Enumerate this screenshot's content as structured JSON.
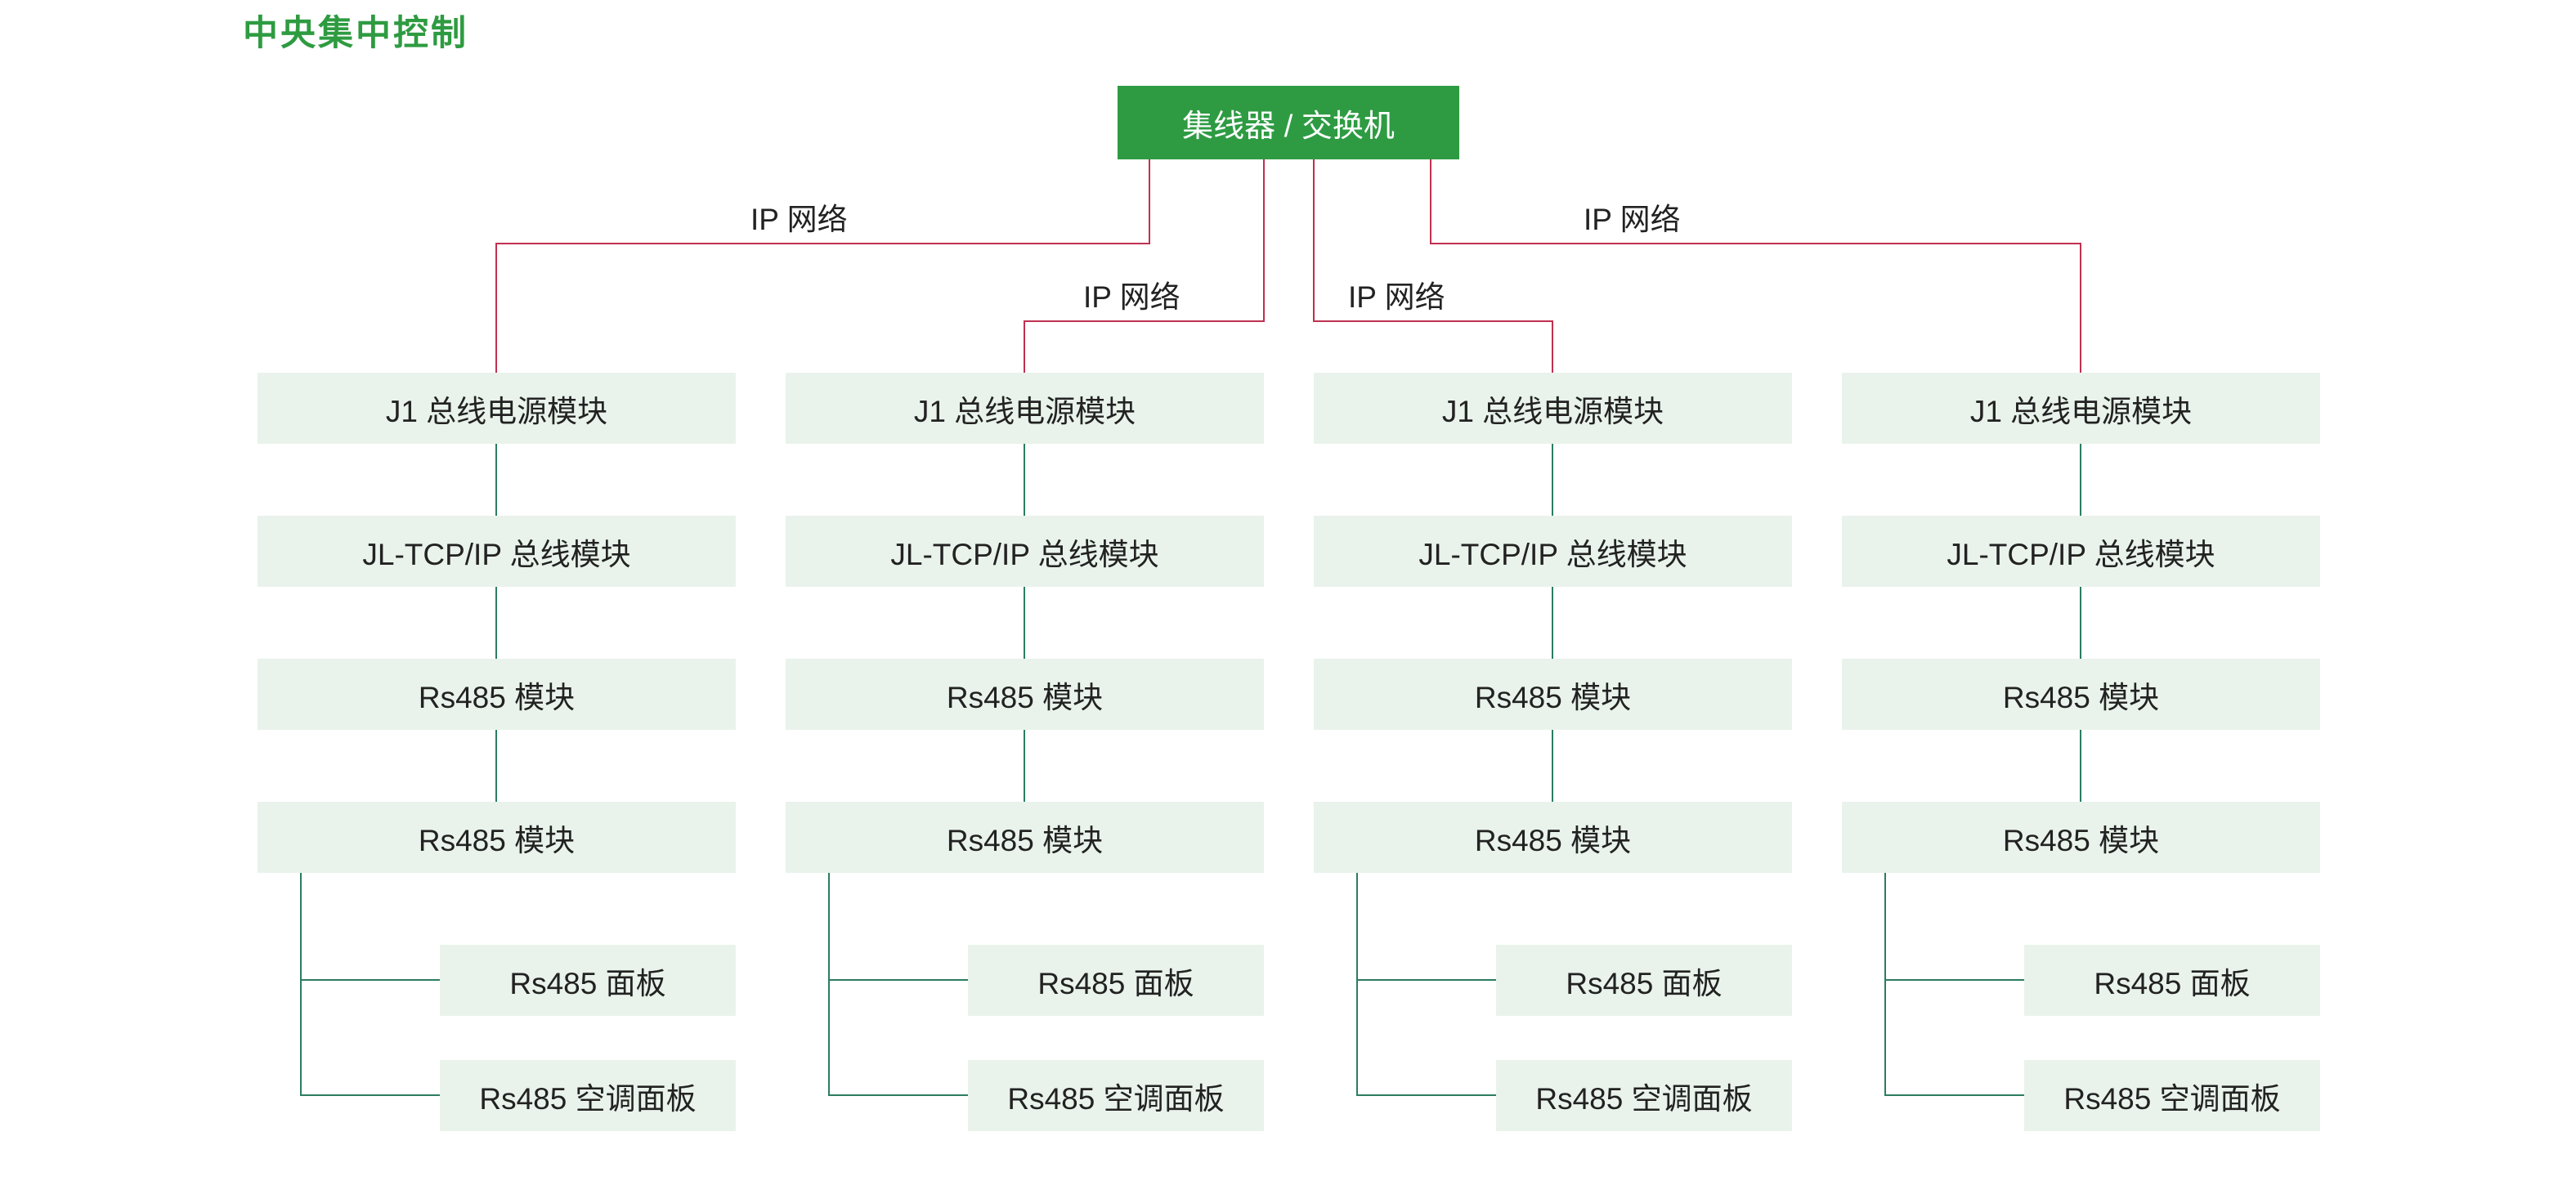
{
  "title": "中央集中控制",
  "hub": {
    "label": "集线器 / 交换机"
  },
  "labels": {
    "ip_network": "IP 网络"
  },
  "columns": [
    {
      "modules": [
        "J1 总线电源模块",
        "JL-TCP/IP 总线模块",
        "Rs485 模块",
        "Rs485 模块"
      ],
      "panels": [
        "Rs485 面板",
        "Rs485 空调面板"
      ]
    },
    {
      "modules": [
        "J1 总线电源模块",
        "JL-TCP/IP 总线模块",
        "Rs485 模块",
        "Rs485 模块"
      ],
      "panels": [
        "Rs485 面板",
        "Rs485 空调面板"
      ]
    },
    {
      "modules": [
        "J1 总线电源模块",
        "JL-TCP/IP 总线模块",
        "Rs485 模块",
        "Rs485 模块"
      ],
      "panels": [
        "Rs485 面板",
        "Rs485 空调面板"
      ]
    },
    {
      "modules": [
        "J1 总线电源模块",
        "JL-TCP/IP 总线模块",
        "Rs485 模块",
        "Rs485 模块"
      ],
      "panels": [
        "Rs485 面板",
        "Rs485 空调面板"
      ]
    }
  ],
  "colors": {
    "page_bg": "#ffffff",
    "title_green": "#2e9b41",
    "hub_green": "#2e9b43",
    "box_fill": "#e9f3eb",
    "text_dark": "#222222",
    "line_red": "#c03050",
    "line_green": "#2b7d5f"
  }
}
